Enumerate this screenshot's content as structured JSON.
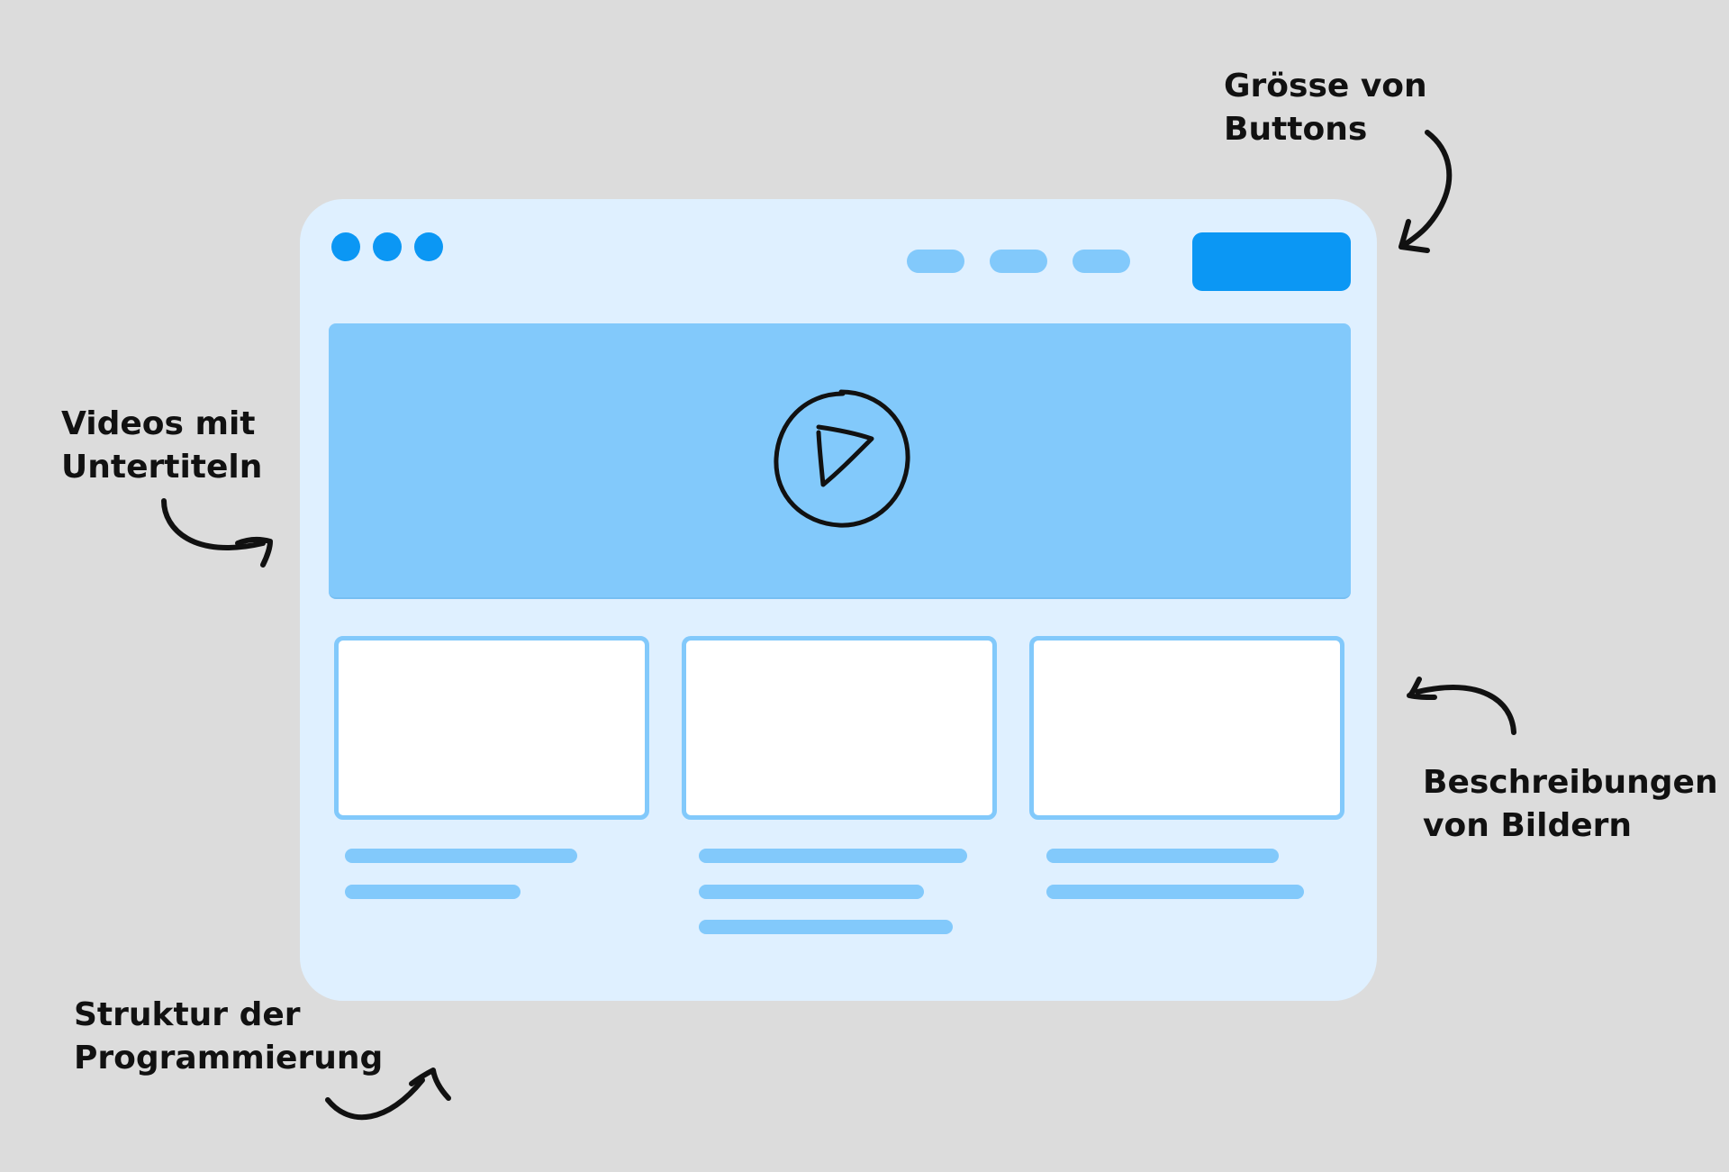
{
  "annotations": {
    "buttons": {
      "line1": "Grösse von",
      "line2": "Buttons"
    },
    "videos": {
      "line1": "Videos mit",
      "line2": "Untertiteln"
    },
    "images": {
      "line1": "Beschreibungen",
      "line2": "von Bildern"
    },
    "structure": {
      "line1": "Struktur der",
      "line2": "Programmierung"
    }
  },
  "icons": {
    "window_dots": "window-control-dots",
    "play": "play-icon",
    "arrows": "hand-drawn-arrow"
  },
  "colors": {
    "background": "#dcdcdc",
    "window": "#dff0ff",
    "accent": "#0b97f4",
    "light_accent": "#82c9fb",
    "card": "#ffffff",
    "ink": "#111111"
  }
}
